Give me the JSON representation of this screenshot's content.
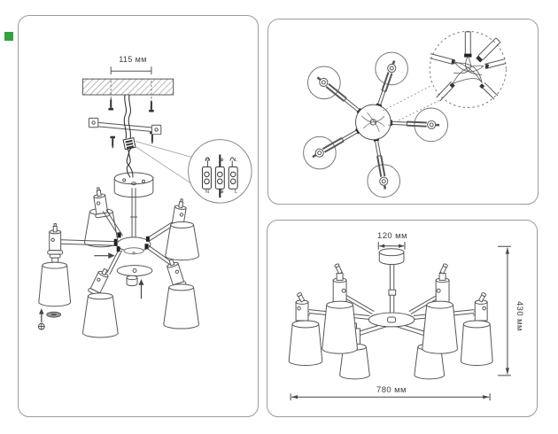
{
  "colors": {
    "background": "#ffffff",
    "panel_border": "#9b9b9b",
    "line_gray": "#555555",
    "accent_dark": "#222222",
    "text": "#3e3e3e",
    "marker_green": "#35a042"
  },
  "icons": {
    "earth_icon": "⊕",
    "up_arrow_icon": "↑",
    "right_arrow_icon": "→"
  },
  "installation_panel": {
    "mount_width_label": "115 мм",
    "wiring_detail": {
      "top_labels": [
        "N",
        "⊕",
        "L"
      ],
      "bottom_labels": [
        "N",
        "⊕",
        "L"
      ]
    }
  },
  "top_view_panel": {},
  "dimensions_panel": {
    "canopy_width_label": "120 мм",
    "height_label": "430 мм",
    "width_label": "780 мм"
  }
}
